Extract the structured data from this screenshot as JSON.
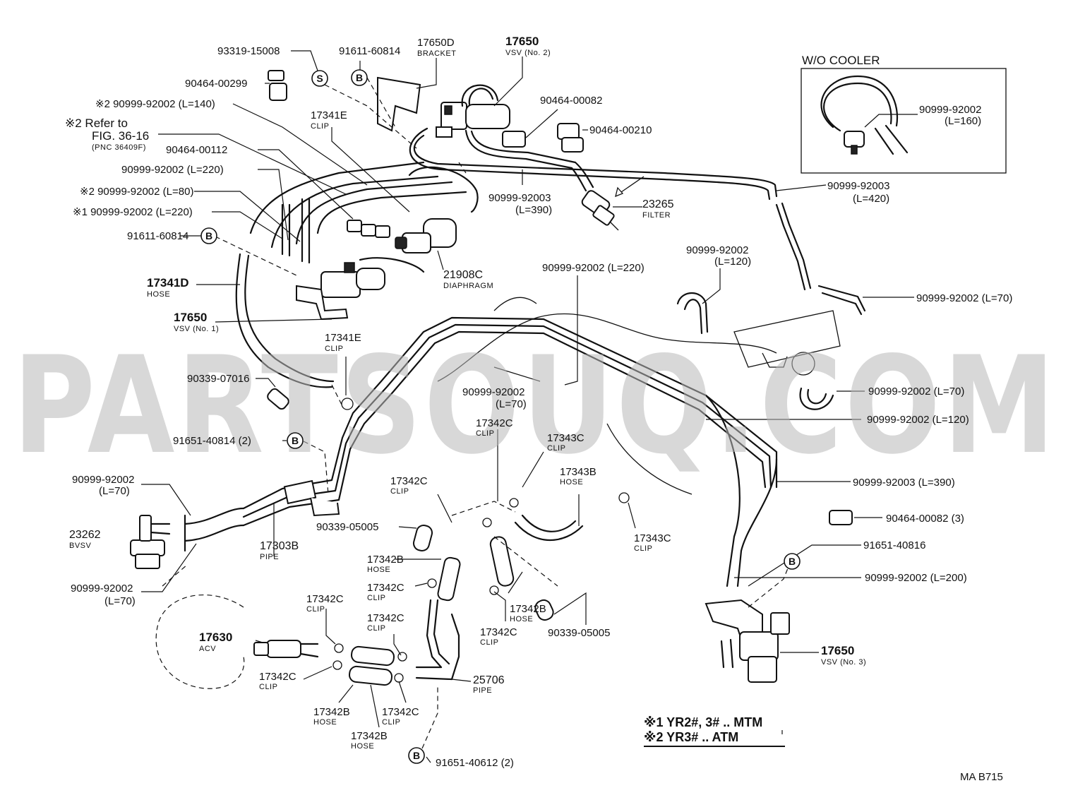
{
  "labels": {
    "l93319": "93319-15008",
    "l91611a": "91611-60814",
    "b17650d": "17650D",
    "b17650d_sub": "BRACKET",
    "v17650_2": "17650",
    "v17650_2_sub": "VSV (No. 2)",
    "wo_cooler": "W/O COOLER",
    "l90464_00299": "90464-00299",
    "l90464_00082a": "90464-00082",
    "l90464_00210": "90464-00210",
    "l90999_160": "90999-92002",
    "l90999_160_sub": "(L=160)",
    "m2_l140": "※2 90999-92002 (L=140)",
    "refer_a": "※2 Refer to",
    "refer_b": "FIG. 36-16",
    "refer_c": "(PNC 36409F)",
    "c17341e_a": "17341E",
    "c17341e_a_sub": "CLIP",
    "l90464_00112": "90464-00112",
    "l220a": "90999-92002 (L=220)",
    "m2_l80": "※2 90999-92002 (L=80)",
    "m1_l220": "※1 90999-92002 (L=220)",
    "l91611b": "91611-60814",
    "l92003_390a": "90999-92003",
    "l92003_390a_sub": "(L=390)",
    "f23265": "23265",
    "f23265_sub": "FILTER",
    "l92003_420": "90999-92003",
    "l92003_420_sub": "(L=420)",
    "d21908c": "21908C",
    "d21908c_sub": "DIAPHRAGM",
    "h17341d": "17341D",
    "h17341d_sub": "HOSE",
    "v17650_1": "17650",
    "v17650_1_sub": "VSV (No. 1)",
    "l220b": "90999-92002 (L=220)",
    "l120a": "90999-92002",
    "l120a_sub": "(L=120)",
    "l70a": "90999-92002 (L=70)",
    "c17341e_b": "17341E",
    "c17341e_b_sub": "CLIP",
    "l90339_07016": "90339-07016",
    "l70mid": "90999-92002",
    "l70mid_sub": "(L=70)",
    "l70b": "90999-92002 (L=70)",
    "l120b": "90999-92002 (L=120)",
    "l91651_40814": "91651-40814 (2)",
    "c17342c_a": "17342C",
    "c17342c_a_sub": "CLIP",
    "c17343c_a": "17343C",
    "c17343c_a_sub": "CLIP",
    "h17343b": "17343B",
    "h17343b_sub": "HOSE",
    "l92003_390b": "90999-92003 (L=390)",
    "l70c": "90999-92002",
    "l70c_sub": "(L=70)",
    "c17342c_b": "17342C",
    "c17342c_b_sub": "CLIP",
    "l90464_00082b": "90464-00082 (3)",
    "b23262": "23262",
    "b23262_sub": "BVSV",
    "l90339_05005a": "90339-05005",
    "c17343c_b": "17343C",
    "c17343c_b_sub": "CLIP",
    "l91651_40816": "91651-40816",
    "p17303b": "17303B",
    "p17303b_sub": "PIPE",
    "h17342b_a": "17342B",
    "h17342b_a_sub": "HOSE",
    "l200": "90999-92002 (L=200)",
    "l70d": "90999-92002",
    "l70d_sub": "(L=70)",
    "c17342c_c": "17342C",
    "c17342c_c_sub": "CLIP",
    "h17342b_b": "17342B",
    "h17342b_b_sub": "HOSE",
    "c17342c_d": "17342C",
    "c17342c_d_sub": "CLIP",
    "c17342c_e": "17342C",
    "c17342c_e_sub": "CLIP",
    "c17342c_f": "17342C",
    "c17342c_f_sub": "CLIP",
    "l90339_05005b": "90339-05005",
    "a17630": "17630",
    "a17630_sub": "ACV",
    "v17650_3": "17650",
    "v17650_3_sub": "VSV (No. 3)",
    "c17342c_g": "17342C",
    "c17342c_g_sub": "CLIP",
    "p25706": "25706",
    "p25706_sub": "PIPE",
    "h17342b_c": "17342B",
    "h17342b_c_sub": "HOSE",
    "c17342c_h": "17342C",
    "c17342c_h_sub": "CLIP",
    "h17342b_d": "17342B",
    "h17342b_d_sub": "HOSE",
    "l91651_40612": "91651-40612 (2)",
    "note1": "※1 YR2#, 3# .. MTM",
    "note2": "※2 YR3# .. ATM",
    "ref_code": "MA B715"
  },
  "bubbles": {
    "s": "S",
    "b": "B"
  },
  "watermark": "PARTSOUQ.COM"
}
